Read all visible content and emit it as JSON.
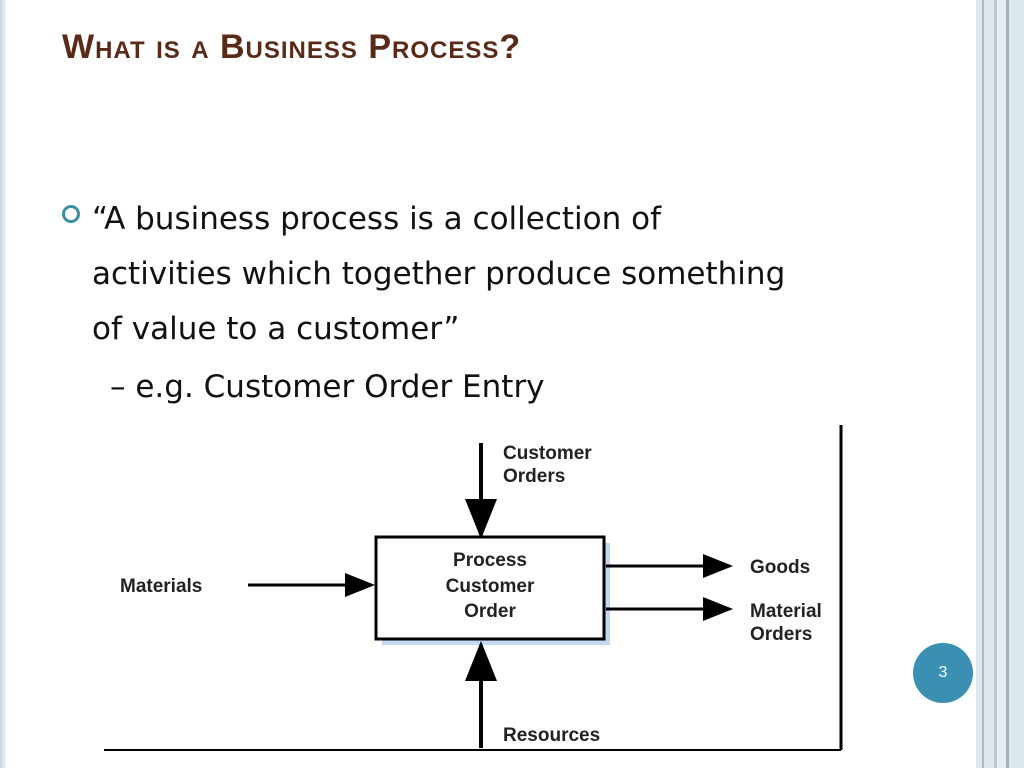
{
  "slide": {
    "title": "What is a Business Process?",
    "bullet": {
      "line1": "“A business process is a collection of",
      "line2": "activities which together produce something",
      "line3": "of value to a customer”"
    },
    "sub_bullet": "– e.g. Customer Order Entry",
    "page_number": "3"
  },
  "diagram": {
    "process_lines": [
      "Process",
      "Customer",
      "Order"
    ],
    "input_top_lines": [
      "Customer",
      "Orders"
    ],
    "input_left": "Materials",
    "outputs": {
      "goods": "Goods",
      "material_orders_lines": [
        "Material",
        "Orders"
      ]
    },
    "input_bottom": "Resources"
  },
  "colors": {
    "title": "#5a2a18",
    "bullet": "#3a8fa3",
    "badge": "#3a8fb3",
    "box_shadow": "#c3d7f2"
  }
}
